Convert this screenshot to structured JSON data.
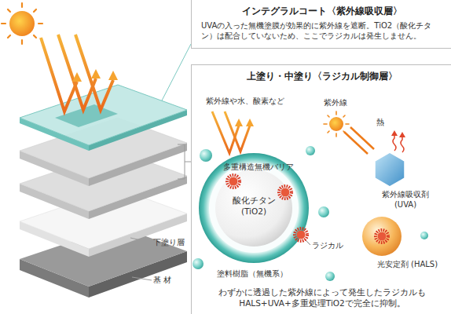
{
  "diagram": {
    "nodes": [
      {
        "text": [
          "インテグラルコート〈紫外線吸収層〉",
          "UVAの入った無機塗膜が効果的に紫外線を遮断。TiO2（酸化チタン）は配合していないため、ここでラジカルは発生しません。"
        ]
      },
      {
        "text": [
          "上塗り・中塗り〈ラジカル制御層〉",
          "わずかに透過した紫外線によって発生したラジカルも HALS+UVA+多重処理TiO2で完全に抑制。"
        ]
      },
      {
        "text": [
          "酸化チタン (TiO2)"
        ],
        "in": 1
      },
      {
        "text": [
          "紫外線吸収剤 (UVA)"
        ],
        "in": 1
      },
      {
        "text": [
          "光安定剤 (HALS)"
        ],
        "in": 1
      }
    ],
    "labels": [
      "紫外線や水、酸素など",
      "多重構造無機バリア",
      "紫外線",
      "熱",
      "ラジカル",
      "塗料樹脂（無機系）",
      "下塗り層",
      "基 材"
    ]
  }
}
